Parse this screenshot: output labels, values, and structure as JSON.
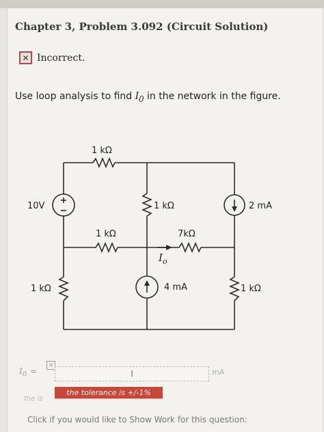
{
  "header": {
    "title": "Chapter 3, Problem 3.092 (Circuit Solution)"
  },
  "status": {
    "icon": "x-icon",
    "label": "Incorrect."
  },
  "question": {
    "prefix": "Use loop analysis to find ",
    "variable": "I",
    "subscript": "0",
    "suffix": " in the network in the figure."
  },
  "circuit": {
    "r_top": "1 kΩ",
    "r_mid_vertical": "1 kΩ",
    "r_left_horizontal": "1 kΩ",
    "r_right_horizontal": "7kΩ",
    "r_left_bottom": "1 kΩ",
    "r_right_bottom": "1 kΩ",
    "voltage_source": "10V",
    "current_source_top": "2 mA",
    "current_source_bottom": "4 mA",
    "current_label": "I",
    "current_label_sub": "o"
  },
  "answer": {
    "variable": "I",
    "subscript": "0",
    "equals": "=",
    "input_value": "I",
    "unit": "mA",
    "tolerance": "the tolerance is +/-1%",
    "faded_hint": "the is"
  },
  "footer": {
    "text": "Click if you would like to Show Work for this question:"
  }
}
